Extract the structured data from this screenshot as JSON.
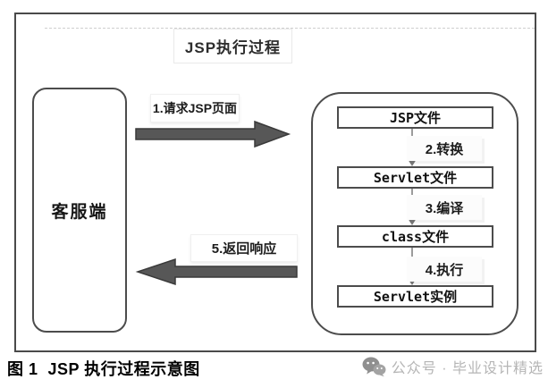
{
  "diagram": {
    "title": "JSP执行过程",
    "client_label": "客服端",
    "request_label": "1.请求JSP页面",
    "response_label": "5.返回响应",
    "server_nodes": [
      "JSP文件",
      "Servlet文件",
      "class文件",
      "Servlet实例"
    ],
    "steps": [
      "2.转换",
      "3.编译",
      "4.执行"
    ]
  },
  "caption": "图 1  JSP 执行过程示意图",
  "watermark": {
    "icon": "wechat-icon",
    "text": "公众号 · 毕业设计精选"
  },
  "colors": {
    "frame_border": "#4a4a4a",
    "box_border": "#4c4c4c",
    "arrow_fill": "#575757",
    "arrow_stroke": "#3a3a3a",
    "connector_gray": "#7a7a7a",
    "dashed_line": "#cfcfcf",
    "watermark_gray": "#b5b5b5"
  }
}
